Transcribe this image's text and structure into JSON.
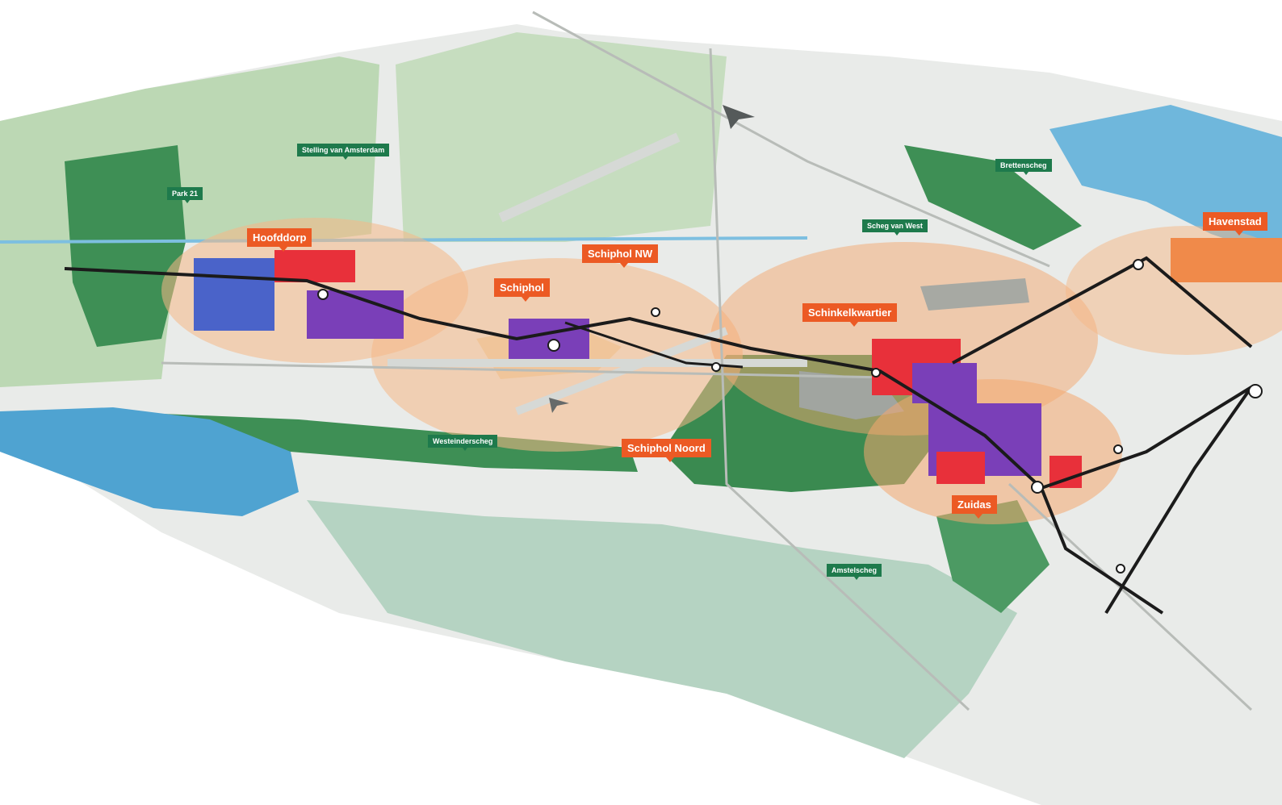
{
  "colors": {
    "hub_label": "#ec5a24",
    "green_label": "#1e7a4c",
    "water": "#4fa3d1",
    "polder": "#b9d6b0",
    "forest": "#3e8f55",
    "urban": "#e9ebe9",
    "orange_zone": "#f6b886",
    "rail": "#1b1b1b"
  },
  "hubs": [
    {
      "id": "hoofddorp",
      "label": "Hoofddorp"
    },
    {
      "id": "schiphol",
      "label": "Schiphol"
    },
    {
      "id": "schiphol-nw",
      "label": "Schiphol NW"
    },
    {
      "id": "schiphol-noord",
      "label": "Schiphol Noord"
    },
    {
      "id": "schinkelkwartier",
      "label": "Schinkelkwartier"
    },
    {
      "id": "zuidas",
      "label": "Zuidas"
    },
    {
      "id": "havenstad",
      "label": "Havenstad"
    }
  ],
  "green_areas": [
    {
      "id": "stelling-van-amsterdam",
      "label": "Stelling van Amsterdam"
    },
    {
      "id": "park-21",
      "label": "Park 21"
    },
    {
      "id": "brettenscheg",
      "label": "Brettenscheg"
    },
    {
      "id": "scheg-van-west",
      "label": "Scheg van West"
    },
    {
      "id": "westeinderscheg",
      "label": "Westeinderscheg"
    },
    {
      "id": "amstelscheg",
      "label": "Amstelscheg"
    }
  ]
}
